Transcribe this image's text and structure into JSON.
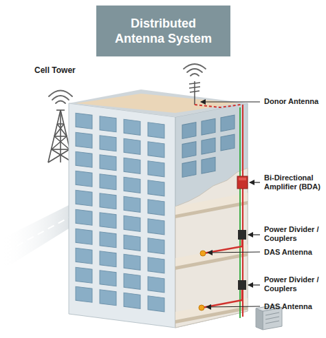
{
  "diagram": {
    "title": "Distributed Antenna System",
    "labels": [
      "Cell Tower",
      "Donor Antenna",
      "Bi-Directional Amplifier (BDA)",
      "Power Divider / Couplers",
      "DAS Antenna",
      "Power Divider / Couplers",
      "DAS Antenna"
    ]
  }
}
